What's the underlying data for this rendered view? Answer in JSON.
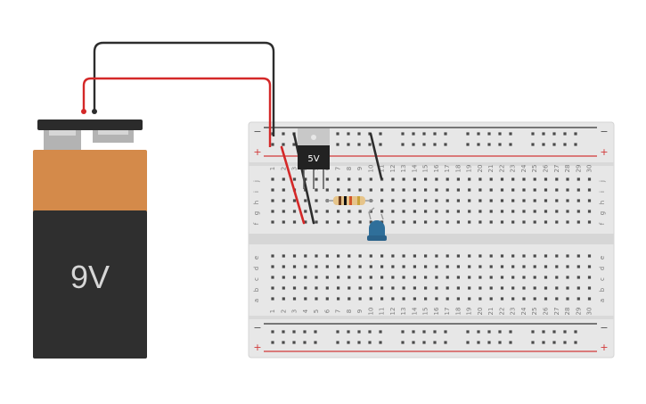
{
  "battery": {
    "label": "9V",
    "colors": {
      "top": "#d48a4a",
      "body": "#2f2f2f",
      "cap": "#2b2b2b",
      "terminal": "#b5b5b5"
    }
  },
  "regulator": {
    "label": "5V",
    "tab_color": "#c8c8c8",
    "body_color": "#222222"
  },
  "breadboard": {
    "columns": [
      "1",
      "2",
      "3",
      "4",
      "5",
      "6",
      "7",
      "8",
      "9",
      "10",
      "11",
      "12",
      "13",
      "14",
      "15",
      "16",
      "17",
      "18",
      "19",
      "20",
      "21",
      "22",
      "23",
      "24",
      "25",
      "26",
      "27",
      "28",
      "29",
      "30"
    ],
    "rows_top": [
      "j",
      "i",
      "h",
      "g",
      "f"
    ],
    "rows_bottom": [
      "e",
      "d",
      "c",
      "b",
      "a"
    ],
    "rail_plus": "+",
    "rail_minus": "−",
    "colors": {
      "board": "#e6e6e6",
      "rail_red": "#d23a3a",
      "rail_black": "#333333",
      "hole": "#444444",
      "text": "#777777"
    }
  },
  "wires": {
    "red": "#d42828",
    "black": "#2d2d2d"
  },
  "resistor": {
    "body": "#e6c48a",
    "bands": [
      "#6b3b1f",
      "#111111",
      "#d2542a",
      "#c9a23a"
    ]
  },
  "led": {
    "color": "#2f6f9a",
    "lead": "#999999"
  }
}
